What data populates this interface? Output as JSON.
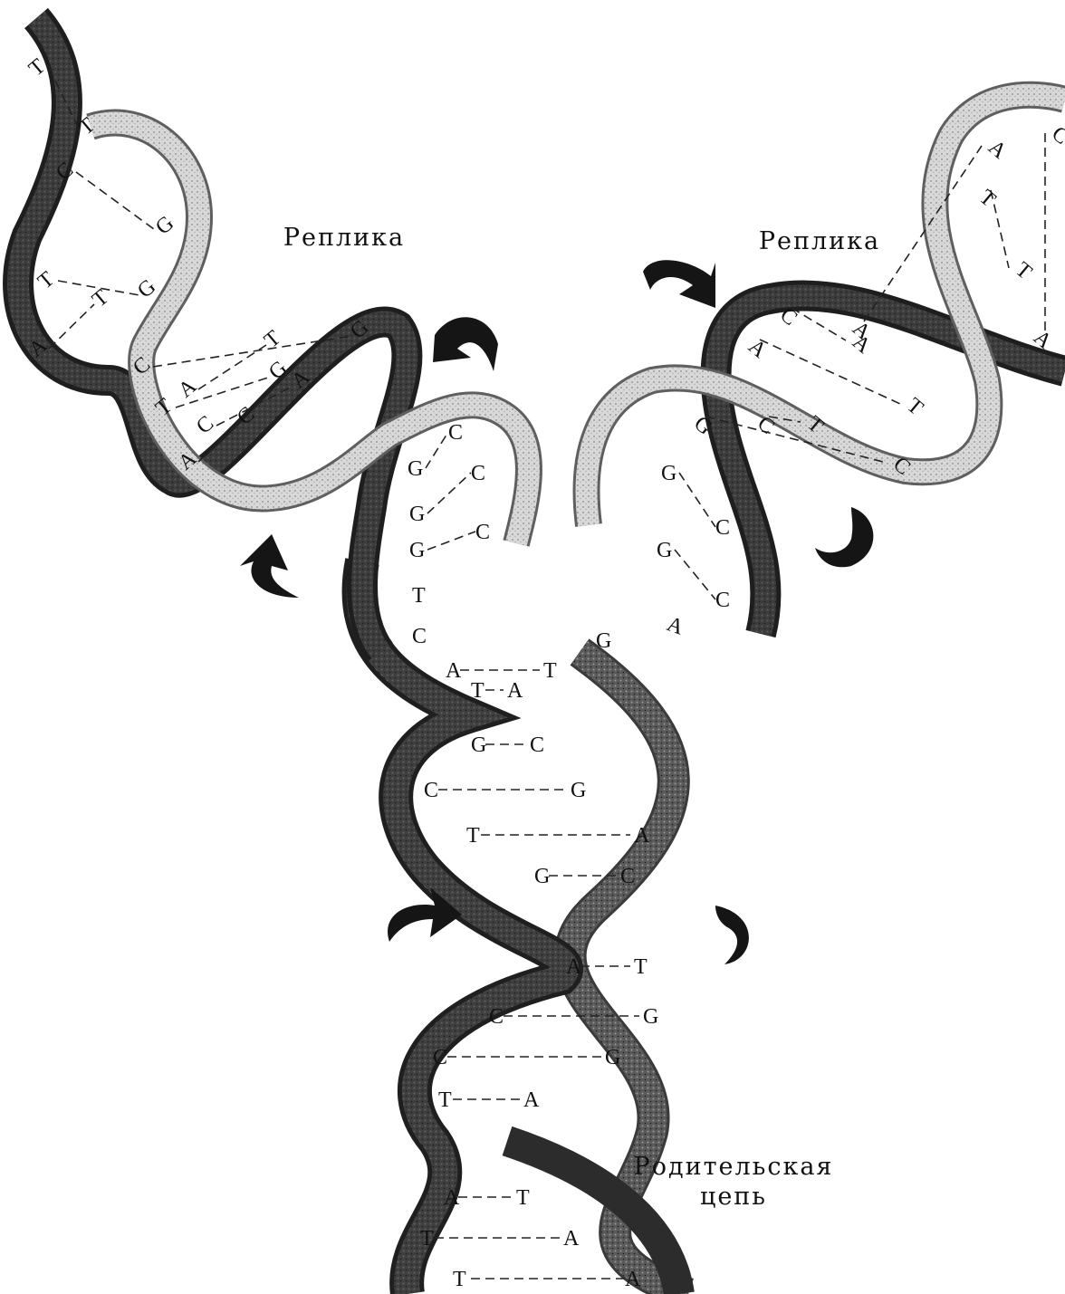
{
  "labels": {
    "replica_left": "Реплика",
    "replica_right": "Реплика",
    "parent_line1": "Родительская",
    "parent_line2": "цепь"
  },
  "base_pairs": {
    "parent": [
      [
        "A",
        "T"
      ],
      [
        "T",
        "A"
      ],
      [
        "G",
        "C"
      ],
      [
        "C",
        "G"
      ],
      [
        "T",
        "A"
      ],
      [
        "G",
        "C"
      ],
      [
        "A",
        "T"
      ],
      [
        "C",
        "G"
      ],
      [
        "C",
        "G"
      ],
      [
        "T",
        "A"
      ],
      [
        "A",
        "T"
      ],
      [
        "T",
        "A"
      ]
    ],
    "fork_left_strand": [
      "G",
      "G",
      "G",
      "T",
      "C"
    ],
    "fork_left_partners": [
      "C",
      "C",
      "C"
    ],
    "fork_right_strand": [
      "G",
      "G",
      "A",
      "G"
    ],
    "fork_right_partners": [
      "C",
      "C"
    ],
    "replica_left": [
      [
        "A",
        "C"
      ],
      [
        "C",
        "A"
      ],
      [
        "T",
        "G"
      ],
      [
        "A",
        "T"
      ],
      [
        "C",
        "G"
      ],
      [
        "A",
        "T"
      ],
      [
        "T",
        "G"
      ],
      [
        "C",
        "G"
      ],
      [
        "T",
        "T"
      ]
    ],
    "replica_right": [
      [
        "C",
        "A"
      ],
      [
        "A",
        "T"
      ],
      [
        "C",
        "T"
      ],
      [
        "G",
        "C"
      ],
      [
        "A",
        "A"
      ],
      [
        "T",
        "T"
      ],
      [
        "A",
        "C"
      ]
    ]
  },
  "colors": {
    "strand_dark": "#2a2a2a",
    "strand_light": "#bdbdbd",
    "ink": "#111111",
    "background": "#ffffff"
  },
  "icons": [
    "rotation-arrow-icon"
  ]
}
